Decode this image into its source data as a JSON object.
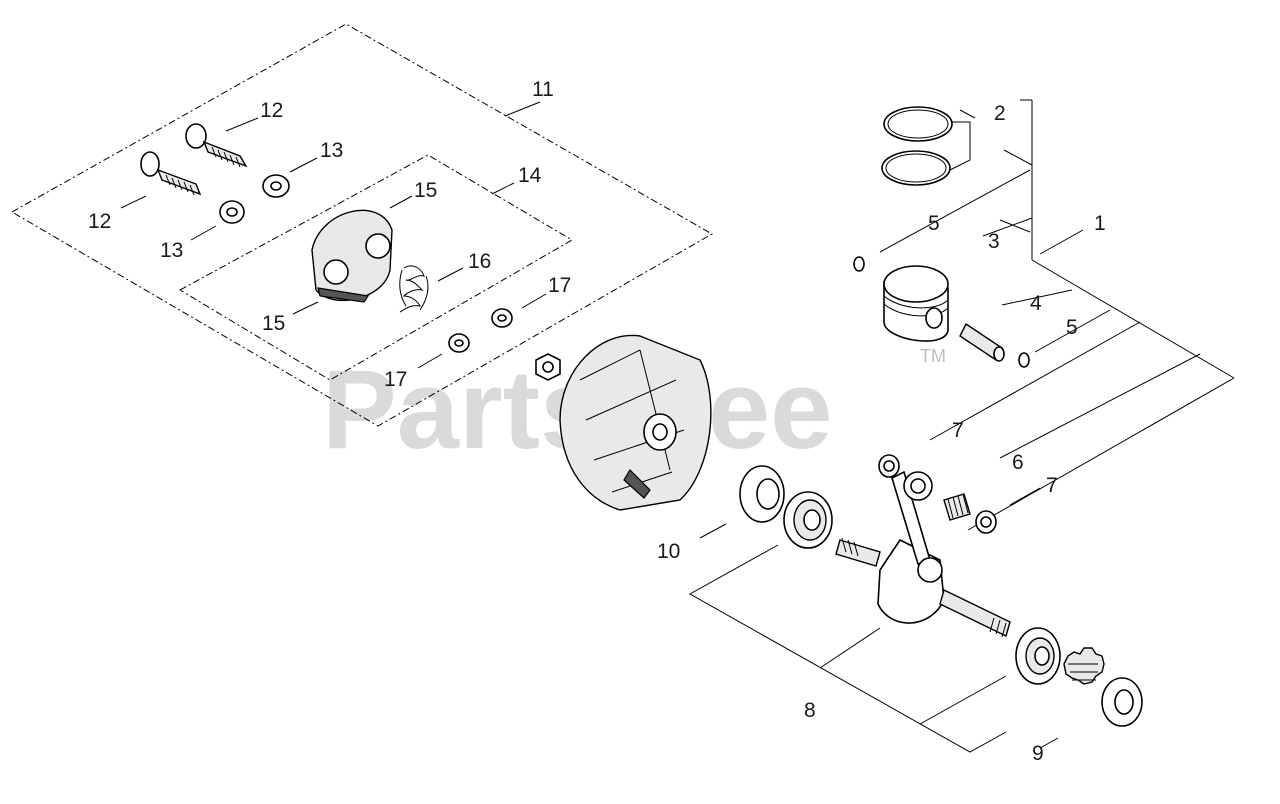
{
  "watermark": {
    "text": "PartsTree",
    "tm": "TM"
  },
  "callouts": {
    "c1": "1",
    "c2": "2",
    "c3": "3",
    "c4": "4",
    "c5a": "5",
    "c5b": "5",
    "c6": "6",
    "c7a": "7",
    "c7b": "7",
    "c8": "8",
    "c9": "9",
    "c10": "10",
    "c11": "11",
    "c12a": "12",
    "c12b": "12",
    "c13a": "13",
    "c13b": "13",
    "c14": "14",
    "c15a": "15",
    "c15b": "15",
    "c16": "16",
    "c17a": "17",
    "c17b": "17"
  }
}
